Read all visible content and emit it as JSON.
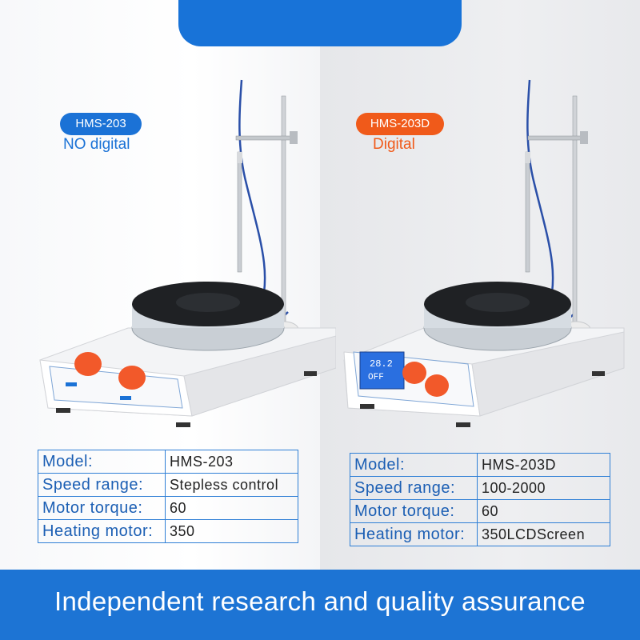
{
  "left": {
    "tag": "HMS-203",
    "subtitle": "NO digital",
    "specs": [
      {
        "label": "Model:",
        "value": "HMS-203"
      },
      {
        "label": "Speed range:",
        "value": "Stepless control"
      },
      {
        "label": "Motor torque:",
        "value": "60"
      },
      {
        "label": "Heating motor:",
        "value": "350"
      }
    ]
  },
  "right": {
    "tag": "HMS-203D",
    "subtitle": "Digital",
    "screen_text": [
      "28.2",
      "OFF"
    ],
    "specs": [
      {
        "label": "Model:",
        "value": "HMS-203D"
      },
      {
        "label": "Speed range:",
        "value": "100-2000"
      },
      {
        "label": "Motor torque:",
        "value": "60"
      },
      {
        "label": "Heating motor:",
        "value": "350LCDScreen"
      }
    ]
  },
  "footer": {
    "text": "Independent research and quality assurance"
  },
  "colors": {
    "brand_blue": "#1b72d6",
    "accent_orange": "#f05a1a",
    "knob_orange": "#f2592a"
  }
}
